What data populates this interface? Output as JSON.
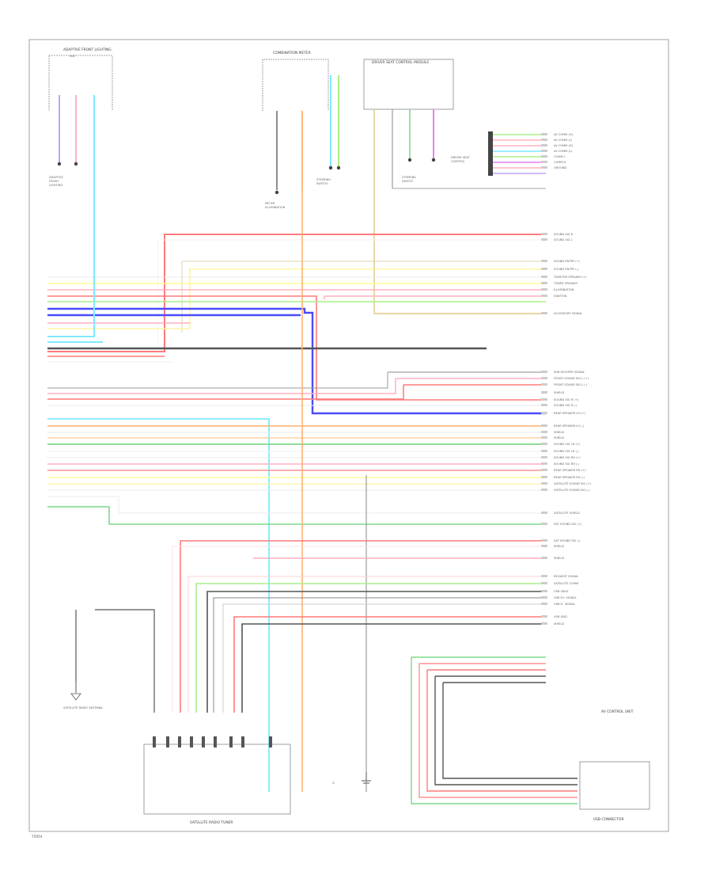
{
  "diagram": {
    "page_number": "75954",
    "components": {
      "top_left_unit": "ADAPTIVE FRONT LIGHTING",
      "top_mid_unit": "COMBINATION METER",
      "top_right_unit": "DRIVER SEAT CONTROL MODULE",
      "bottom_left_unit": "SATELLITE RADIO TUNER",
      "bottom_right_unit": "USB CONNECTOR",
      "right_unit": "AV CONTROL UNIT",
      "antenna": "SATELLITE RADIO ANTENNA",
      "ground_label": "G"
    },
    "right_pin_labels": [
      "AV COMM (H)",
      "AV COMM (L)",
      "AV COMM (H)",
      "AV COMM (L)",
      "COMM L",
      "COMM H",
      "GROUND",
      "SOUND SIG R",
      "SOUND SIG L",
      "SOUND ENTRY (+)",
      "SOUND ENTRY (-)",
      "TWEETER SPEAKER (+)",
      "TONER SPEAKER",
      "ILLUMINATION",
      "IGNITION",
      "ACCESSORY SIGNAL",
      "SUB WOOFER SIGNAL",
      "FRONT SOUND SIG L (+)",
      "FRONT SOUND SIG L (-)",
      "SHIELD",
      "SOUND SIG R (+)",
      "SOUND SIG R (-)",
      "REAR SPEAKER LH (+)",
      "REAR SPEAKER LH (-)",
      "SHIELD",
      "SHIELD",
      "SOUND SIG LH (+)",
      "SOUND SIG LH (-)",
      "SOUND SIG RH (+)",
      "SOUND SIG RH (-)",
      "REAR SPEAKER RH (+)",
      "REAR SPEAKER RH (-)",
      "SATELLITE SOUND SIG (+)",
      "SATELLITE SOUND SIG (-)",
      "SATELLITE SHIELD",
      "SAT SOUND SIG (+)",
      "SAT SOUND SIG (-)",
      "SHIELD",
      "SHIELD",
      "REQUEST SIGNAL",
      "SATELLITE COMM",
      "USB VBUS",
      "USB D+ SIGNAL",
      "USB D- SIGNAL",
      "USB GND",
      "SHIELD"
    ]
  }
}
